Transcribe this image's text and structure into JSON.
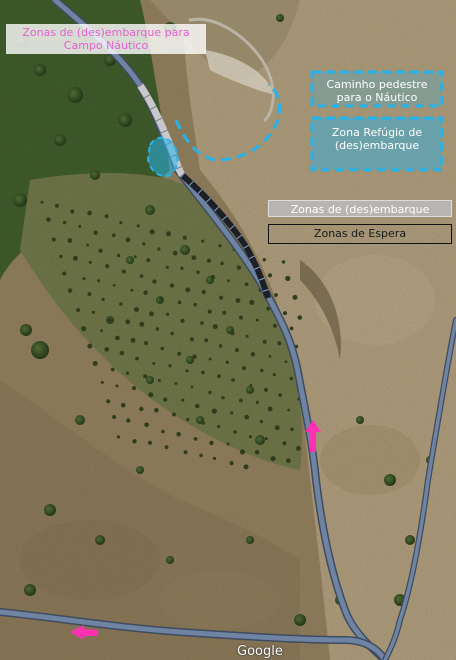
{
  "map": {
    "labels": {
      "campo_nautico": "Zonas de (des)embarque para\nCampo Náutico",
      "caminho_pedestre": "Caminho pedestre\npara o Náutico",
      "zona_refugio": "Zona Refúgio de\n(des)embarque",
      "zonas_desembarque": "Zonas de (des)embarque",
      "zonas_espera": "Zonas de Espera",
      "attribution": "Google"
    },
    "colors": {
      "road": "#6f84a3",
      "route_dash": "#26b2ea",
      "desembarque_zone": "#c8c8cc",
      "espera_zone": "#1c1f26",
      "arrow": "#ff2fb4",
      "label_campo_nautico": "#e45fd0"
    },
    "icons": [
      "direction-arrow-icon",
      "direction-arrow-icon"
    ]
  }
}
